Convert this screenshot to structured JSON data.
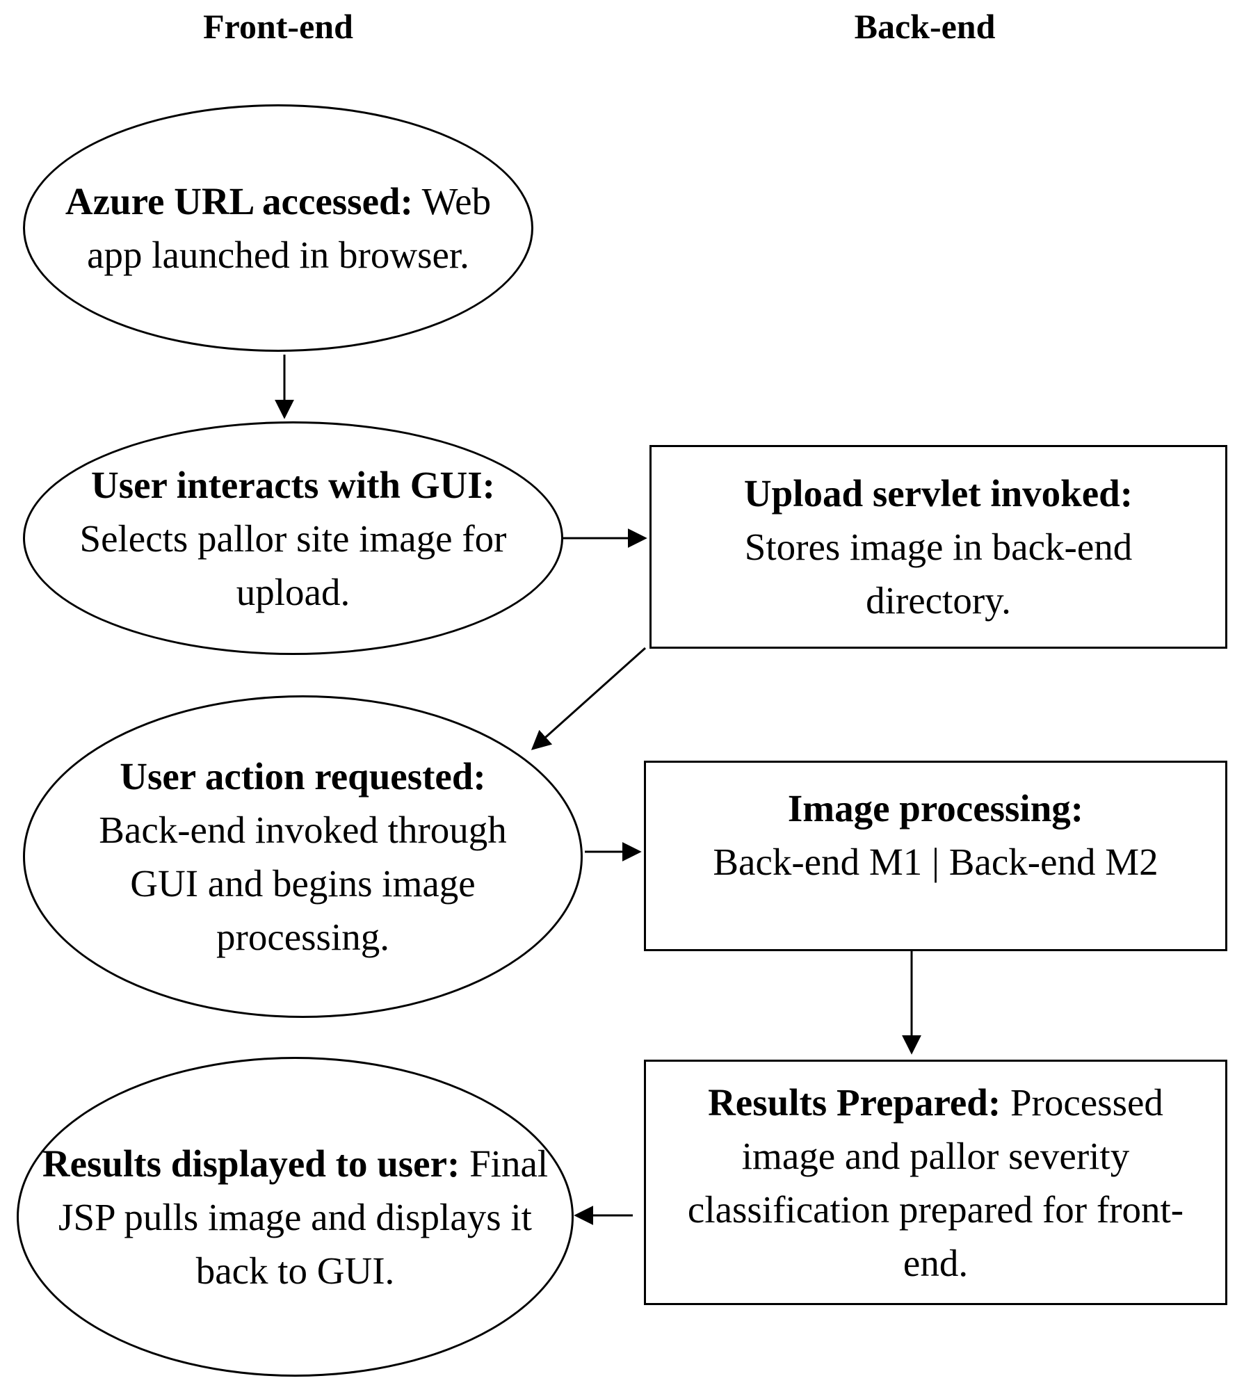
{
  "columns": {
    "front": "Front-end",
    "back": "Back-end"
  },
  "nodes": {
    "n1": {
      "title": "Azure URL accessed:",
      "body": "Web app launched in browser."
    },
    "n2": {
      "title": "User interacts with GUI:",
      "body": "Selects pallor site image for upload."
    },
    "n3": {
      "title": "Upload servlet invoked:",
      "body": "Stores image in back-end directory."
    },
    "n4": {
      "title": "User action requested:",
      "body": "Back-end invoked through GUI and begins image processing."
    },
    "n5": {
      "title": "Image processing:",
      "body": "Back-end M1 | Back-end M2"
    },
    "n6": {
      "title": "Results Prepared:",
      "body": "Processed image and pallor severity classification prepared for front-end."
    },
    "n7": {
      "title": "Results displayed to user:",
      "body": "Final JSP pulls image and displays it back to GUI."
    }
  }
}
